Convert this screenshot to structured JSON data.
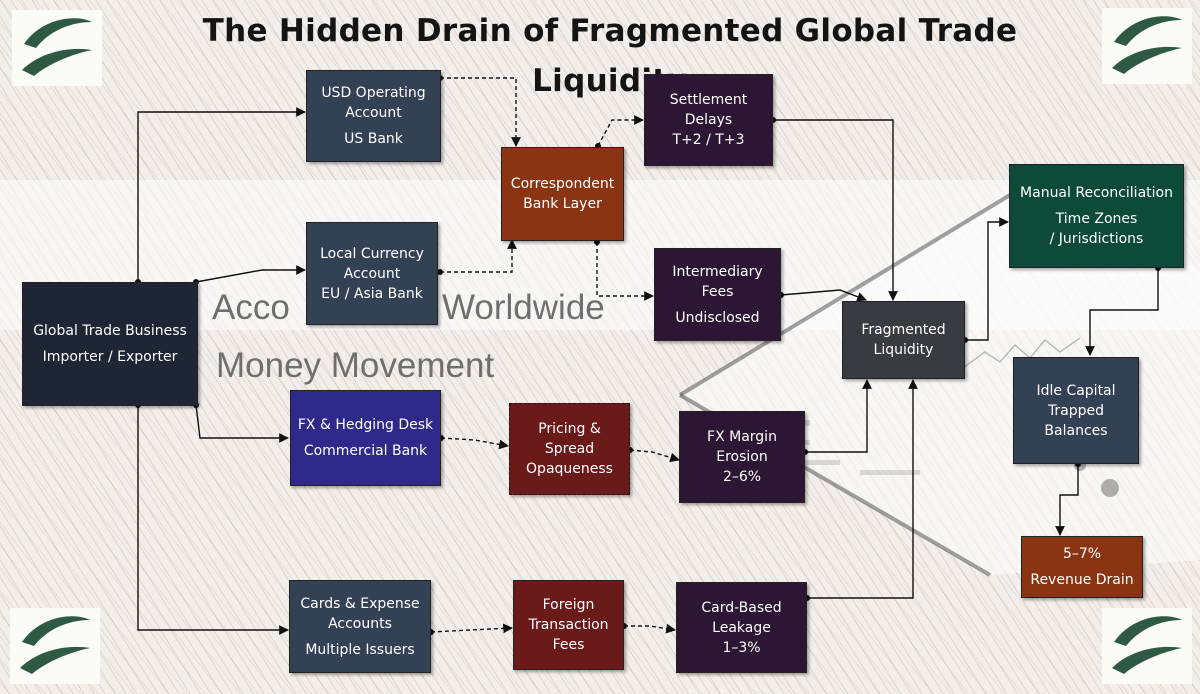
{
  "title": "The Hidden Drain of Fragmented Global Trade Liquidity",
  "watermark": {
    "line1": "Acco",
    "line1b": "Worldwide",
    "line2": "Money Movement"
  },
  "colors": {
    "navy": "#1e2535",
    "slate": "#334155",
    "indigo": "#2f2a8a",
    "rust": "#8b3413",
    "maroon": "#6b1a1a",
    "plum": "#2d1633",
    "green": "#0e4a3a",
    "charcoal": "#3a3b40"
  },
  "logos": [
    "logo-icon",
    "logo-icon",
    "logo-icon",
    "logo-icon"
  ],
  "nodes": {
    "global_trade": {
      "line1": "Global Trade Business",
      "line2": "Importer / Exporter"
    },
    "usd_account": {
      "line1": "USD Operating",
      "line2": "Account",
      "sub": "US Bank"
    },
    "local_account": {
      "line1": "Local Currency",
      "line2": "Account",
      "sub": "EU / Asia Bank"
    },
    "fx_desk": {
      "line1": "FX & Hedging Desk",
      "sub": "Commercial Bank"
    },
    "cards": {
      "line1": "Cards & Expense",
      "line2": "Accounts",
      "sub": "Multiple Issuers"
    },
    "correspondent": {
      "line1": "Correspondent",
      "line2": "Bank Layer"
    },
    "settlement": {
      "line1": "Settlement",
      "line2": "Delays",
      "sub": "T+2 / T+3"
    },
    "intermediary": {
      "line1": "Intermediary",
      "line2": "Fees",
      "sub": "Undisclosed"
    },
    "pricing": {
      "line1": "Pricing &",
      "line2": "Spread",
      "line3": "Opaqueness"
    },
    "fx_margin": {
      "line1": "FX Margin",
      "line2": "Erosion",
      "sub": "2–6%"
    },
    "foreign_fees": {
      "line1": "Foreign",
      "line2": "Transaction",
      "line3": "Fees"
    },
    "card_leakage": {
      "line1": "Card-Based",
      "line2": "Leakage",
      "sub": "1–3%"
    },
    "fragmented": {
      "line1": "Fragmented",
      "line2": "Liquidity"
    },
    "manual_recon": {
      "line1": "Manual Reconciliation",
      "sub": "Time Zones",
      "sub2": "/ Jurisdictions"
    },
    "idle_capital": {
      "line1": "Idle Capital",
      "line2": "Trapped",
      "line3": "Balances"
    },
    "revenue_drain": {
      "line1": "5–7%",
      "line2": "Revenue Drain"
    }
  }
}
